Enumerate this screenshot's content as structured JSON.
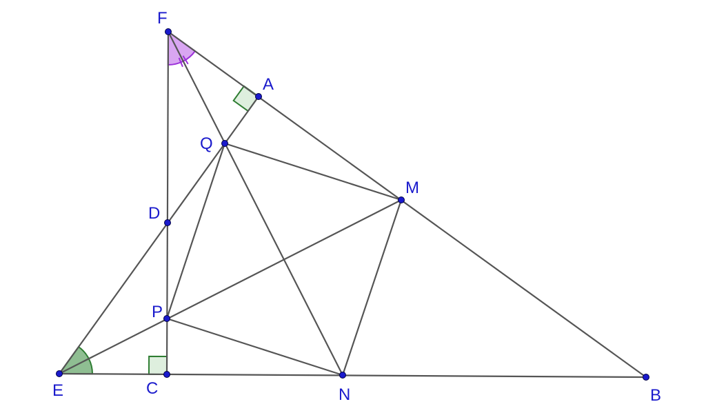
{
  "diagram": {
    "points": [
      {
        "id": "F",
        "label": "F"
      },
      {
        "id": "A",
        "label": "A"
      },
      {
        "id": "Q",
        "label": "Q"
      },
      {
        "id": "M",
        "label": "M"
      },
      {
        "id": "D",
        "label": "D"
      },
      {
        "id": "P",
        "label": "P"
      },
      {
        "id": "E",
        "label": "E"
      },
      {
        "id": "C",
        "label": "C"
      },
      {
        "id": "N",
        "label": "N"
      },
      {
        "id": "B",
        "label": "B"
      }
    ],
    "segments": [
      [
        "F",
        "C"
      ],
      [
        "F",
        "B"
      ],
      [
        "E",
        "B"
      ],
      [
        "E",
        "A"
      ],
      [
        "F",
        "N"
      ],
      [
        "Q",
        "M"
      ],
      [
        "Q",
        "P"
      ],
      [
        "E",
        "M"
      ],
      [
        "P",
        "N"
      ],
      [
        "M",
        "N"
      ]
    ],
    "right_angles": [
      {
        "vertex": "A",
        "between": [
          "F",
          "Q"
        ]
      },
      {
        "vertex": "C",
        "between": [
          "E",
          "F"
        ]
      }
    ],
    "angle_marks": [
      {
        "vertex": "F",
        "from": "C",
        "to": "B",
        "color": "#9b30d9",
        "fill": "#cc88ee",
        "ticks": 2
      },
      {
        "vertex": "E",
        "from": "B",
        "to": "A",
        "color": "#2e7d32",
        "fill": "#6aa86e",
        "ticks": 1
      }
    ],
    "colors": {
      "point": "#1a1acc",
      "segment": "#555555",
      "right_angle": "#2e7d32"
    }
  }
}
